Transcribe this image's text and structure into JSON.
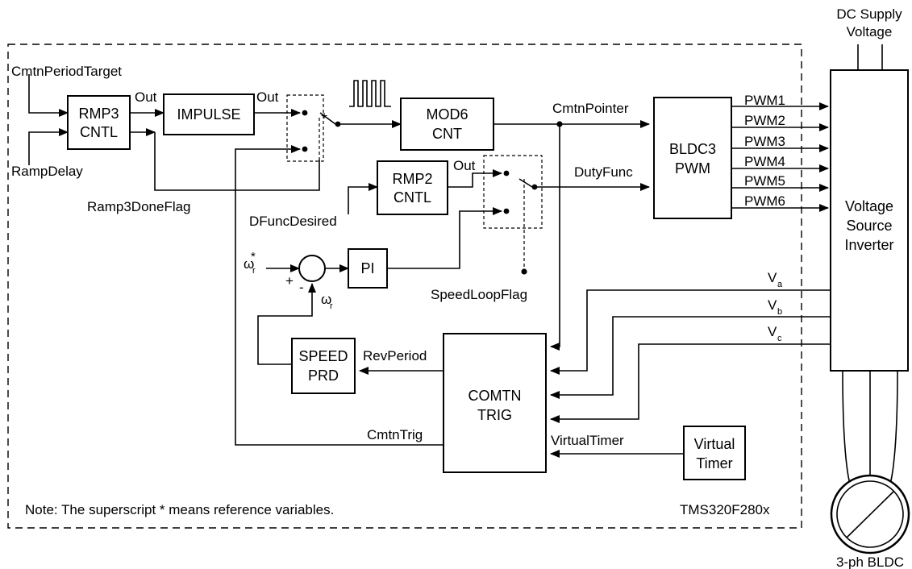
{
  "boundary_label": "TMS320F280x",
  "note": "Note: The superscript * means reference variables.",
  "blocks": {
    "rmp3": [
      "RMP3",
      "CNTL"
    ],
    "impulse": [
      "IMPULSE"
    ],
    "mod6": [
      "MOD6",
      "CNT"
    ],
    "bldc3": [
      "BLDC3",
      "PWM"
    ],
    "rmp2": [
      "RMP2",
      "CNTL"
    ],
    "pi": [
      "PI"
    ],
    "speed": [
      "SPEED",
      "PRD"
    ],
    "comtn": [
      "COMTN",
      "TRIG"
    ],
    "vtimer": [
      "Virtual",
      "Timer"
    ],
    "vsi": [
      "Voltage",
      "Source",
      "Inverter"
    ]
  },
  "signals": {
    "cmtn_period_target": "CmtnPeriodTarget",
    "ramp_delay": "RampDelay",
    "ramp3_done_flag": "Ramp3DoneFlag",
    "out1": "Out",
    "out2": "Out",
    "out3": "Out",
    "cmtn_pointer": "CmtnPointer",
    "duty_func": "DutyFunc",
    "dfunc_desired": "DFuncDesired",
    "speed_loop_flag": "SpeedLoopFlag",
    "rev_period": "RevPeriod",
    "cmtn_trig": "CmtnTrig",
    "virtual_timer": "VirtualTimer",
    "dc_supply": [
      "DC Supply",
      "Voltage"
    ],
    "motor": "3-ph BLDC",
    "omega": "ω",
    "omega_sub": "r",
    "star": "*",
    "plus1": "+",
    "plus2": "+",
    "minus": "-"
  },
  "pwm_outputs": [
    "PWM1",
    "PWM2",
    "PWM3",
    "PWM4",
    "PWM5",
    "PWM6"
  ],
  "phase_voltages": [
    {
      "main": "V",
      "sub": "a"
    },
    {
      "main": "V",
      "sub": "b"
    },
    {
      "main": "V",
      "sub": "c"
    }
  ]
}
